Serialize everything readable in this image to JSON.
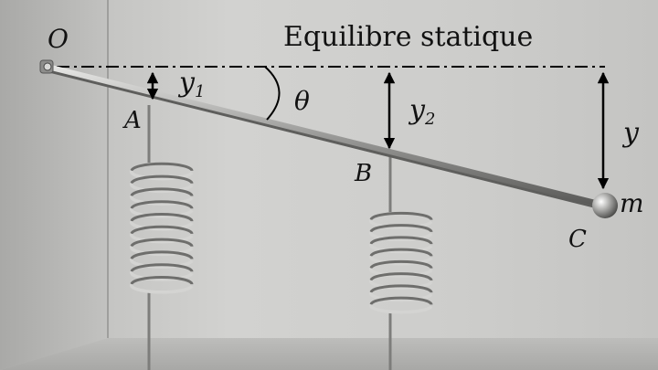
{
  "title": "Equilibre statique",
  "labels": {
    "pivot": "O",
    "point_a": "A",
    "point_b": "B",
    "point_c": "C",
    "mass": "m",
    "angle": "θ",
    "y1": "y",
    "y1_sub": "1",
    "y2": "y",
    "y2_sub": "2",
    "y": "y"
  },
  "colors": {
    "wall": "#cfcfcd",
    "rod": "#9a9a98",
    "arrow": "#000000",
    "reference_line": "#000000"
  }
}
